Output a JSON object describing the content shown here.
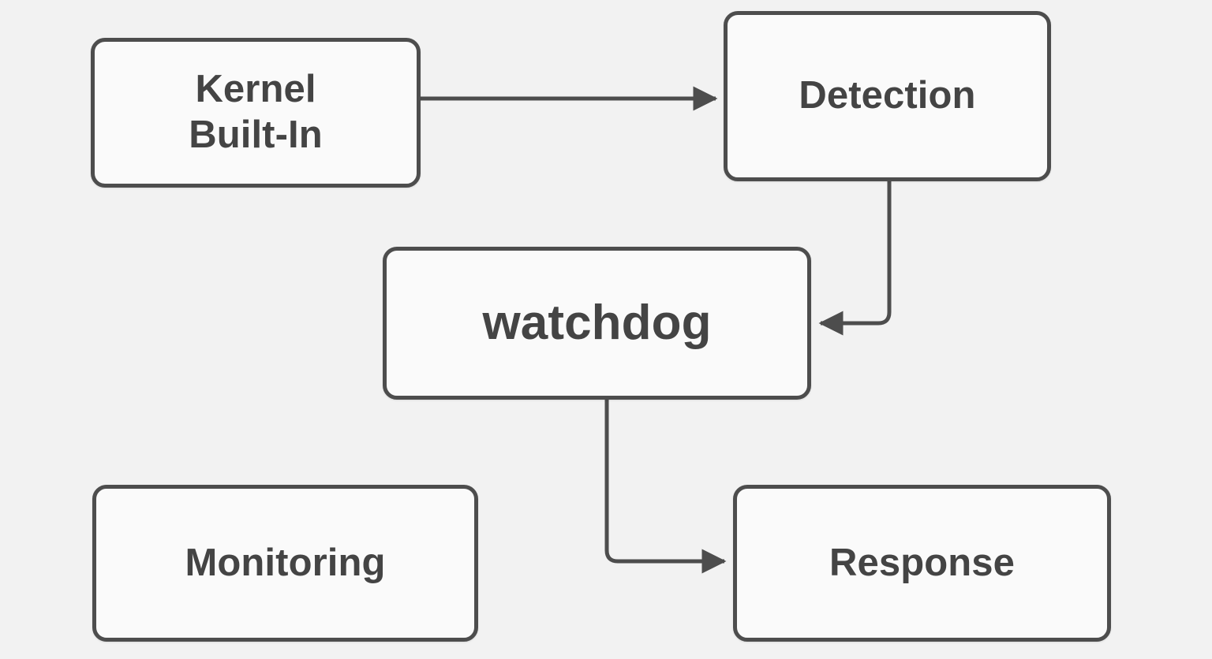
{
  "diagram": {
    "type": "flowchart",
    "background_color": "#f2f2f2",
    "node_fill_color": "#fafafa",
    "node_stroke_color": "#4d4d4d",
    "text_color": "#444444",
    "edge_color": "#4d4d4d",
    "nodes": [
      {
        "id": "kernel",
        "label": "Kernel\nBuilt-In",
        "shape": "rounded-rect"
      },
      {
        "id": "detection",
        "label": "Detection",
        "shape": "rounded-rect"
      },
      {
        "id": "watchdog",
        "label": "watchdog",
        "shape": "rounded-rect"
      },
      {
        "id": "monitoring",
        "label": "Monitoring",
        "shape": "rounded-rect"
      },
      {
        "id": "response",
        "label": "Response",
        "shape": "rounded-rect"
      }
    ],
    "edges": [
      {
        "id": "kernel-to-detection",
        "from": "kernel",
        "to": "detection",
        "label": "",
        "style": "solid",
        "arrow": "triangle",
        "routing": "straight-horizontal"
      },
      {
        "id": "detection-to-watchdog",
        "from": "detection",
        "to": "watchdog",
        "label": "",
        "style": "solid",
        "arrow": "triangle",
        "routing": "elbow-down-left"
      },
      {
        "id": "watchdog-to-response",
        "from": "watchdog",
        "to": "response",
        "label": "",
        "style": "solid",
        "arrow": "triangle",
        "routing": "elbow-down-right"
      }
    ]
  }
}
